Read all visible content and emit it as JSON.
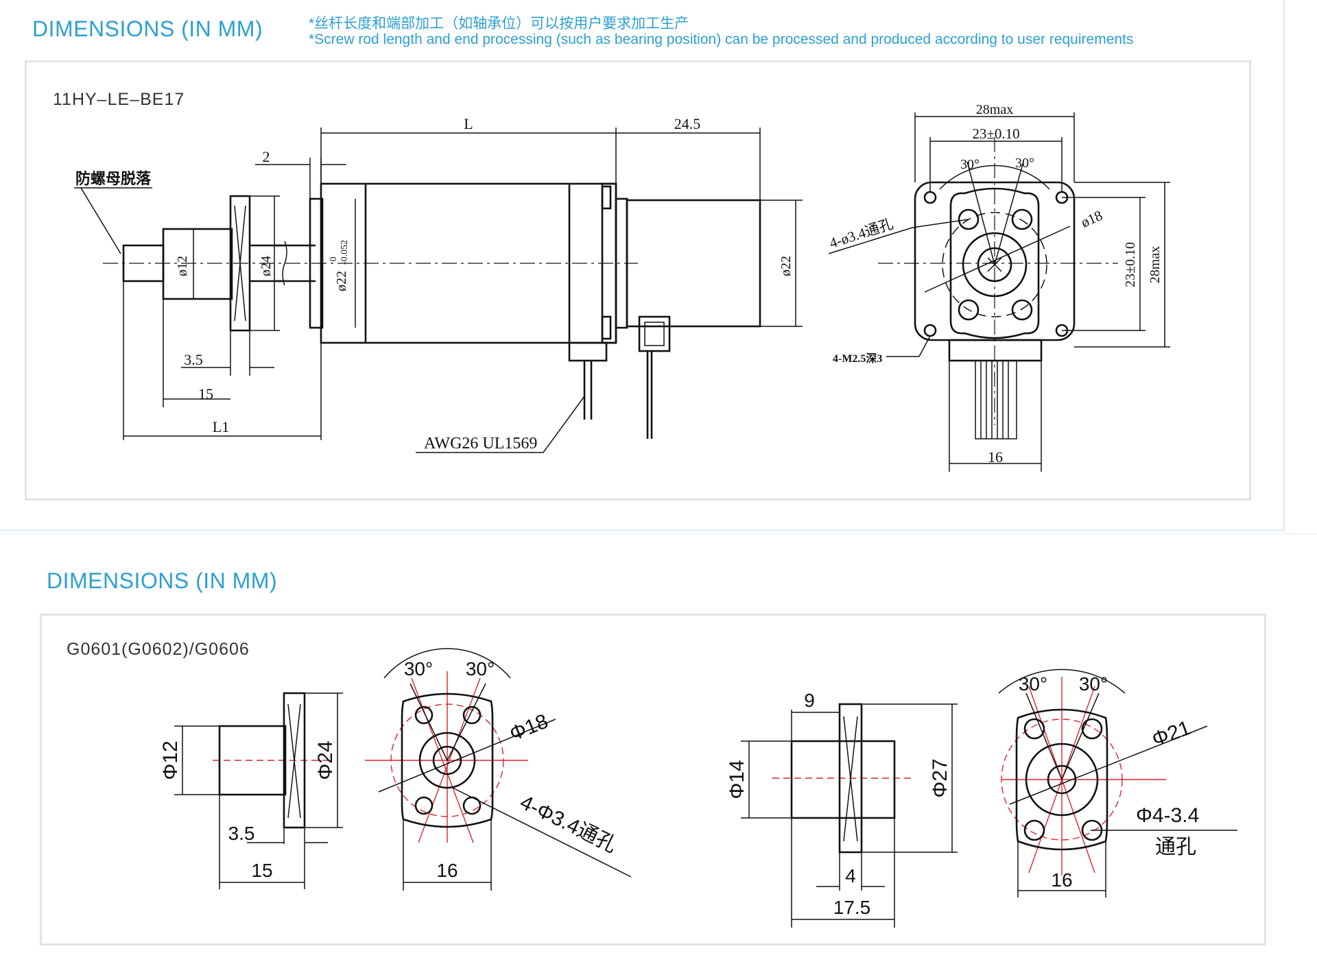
{
  "section1": {
    "title": "DIMENSIONS (IN MM)",
    "note_cn": "*丝杆长度和端部加工（如轴承位）可以按用户要求加工生产",
    "note_en": "*Screw rod length and end processing (such as bearing position) can be processed and produced according to user requirements",
    "model": "11HY–LE–BE17",
    "labels": {
      "anti_drop": "防螺母脱落",
      "L": "L",
      "d245": "24.5",
      "d2": "2",
      "phi12": "ø12",
      "phi24": "ø24",
      "phi22_tol": "ø22",
      "tol_upper": "0",
      "tol_lower": "-0.052",
      "phi22": "ø22",
      "d35": "3.5",
      "d15": "15",
      "L1": "L1",
      "awg": "AWG26 UL1569",
      "max28_top": "28max",
      "tol23_top": "23±0.10",
      "a30_l": "30°",
      "a30_r": "30°",
      "holes": "4-ø3.4通孔",
      "phi18": "ø18",
      "tol23_side": "23±0.10",
      "max28_side": "28max",
      "m25": "4-M2.5深3",
      "d16": "16"
    }
  },
  "section2": {
    "title": "DIMENSIONS (IN MM)",
    "model": "G0601(G0602)/G0606",
    "labels": {
      "phi12": "Φ12",
      "phi24": "Φ24",
      "d35": "3.5",
      "d15": "15",
      "a30_l": "30°",
      "a30_r": "30°",
      "phi18": "Φ18",
      "holes": "4-Φ3.4通孔",
      "d16": "16",
      "d9": "9",
      "phi14": "Φ14",
      "phi27": "Φ27",
      "d4": "4",
      "d175": "17.5",
      "a30_l2": "30°",
      "a30_r2": "30°",
      "phi21": "Φ21",
      "holes2_a": "Φ4-3.4",
      "holes2_b": "通孔",
      "d16b": "16"
    }
  }
}
